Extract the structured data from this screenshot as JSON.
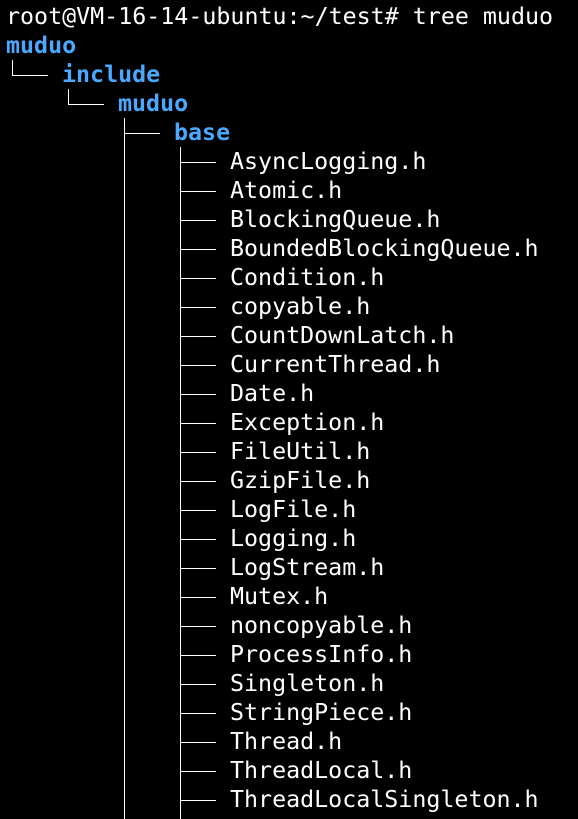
{
  "terminal": {
    "prompt": "root@VM-16-14-ubuntu:~/test#",
    "command": "tree muduo"
  },
  "tree": {
    "root": "muduo",
    "include": "include",
    "muduo": "muduo",
    "base": "base",
    "files": [
      "AsyncLogging.h",
      "Atomic.h",
      "BlockingQueue.h",
      "BoundedBlockingQueue.h",
      "Condition.h",
      "copyable.h",
      "CountDownLatch.h",
      "CurrentThread.h",
      "Date.h",
      "Exception.h",
      "FileUtil.h",
      "GzipFile.h",
      "LogFile.h",
      "Logging.h",
      "LogStream.h",
      "Mutex.h",
      "noncopyable.h",
      "ProcessInfo.h",
      "Singleton.h",
      "StringPiece.h",
      "Thread.h",
      "ThreadLocal.h",
      "ThreadLocalSingleton.h"
    ]
  },
  "colors": {
    "background": "#000000",
    "text": "#ffffff",
    "directory": "#4aa8ff"
  }
}
